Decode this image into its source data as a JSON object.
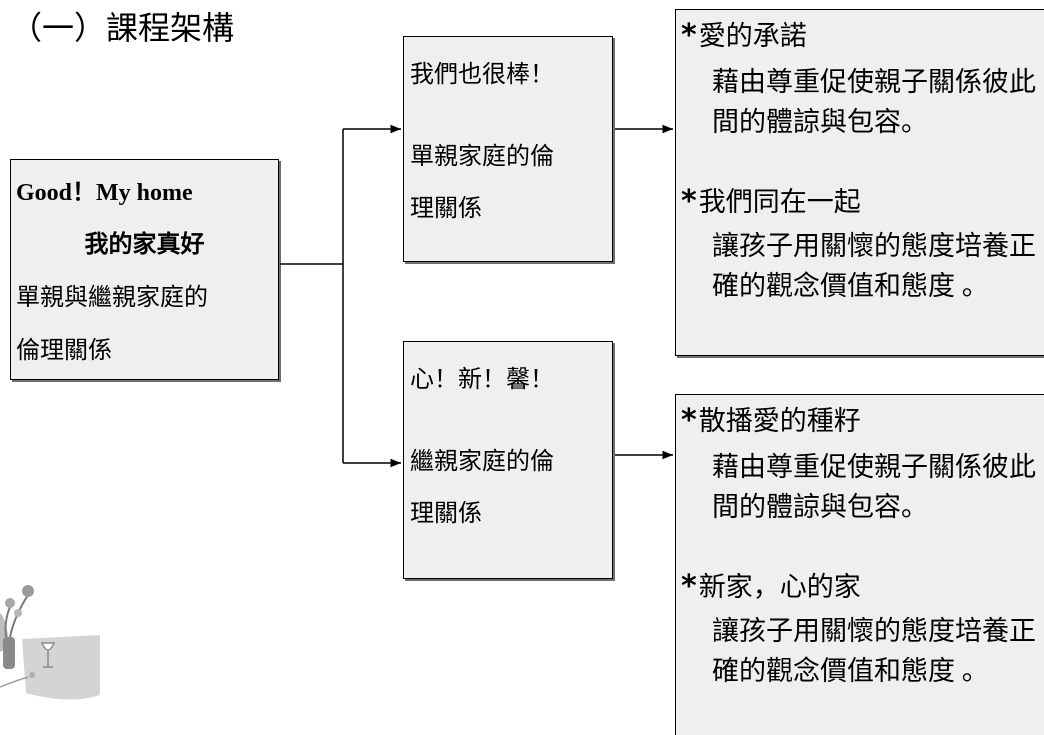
{
  "title": "（一）課程架構",
  "root": {
    "line1": "Good！My home",
    "line2": "我的家真好",
    "line3": "單親與繼親家庭的",
    "line4": "倫理關係"
  },
  "branches": [
    {
      "name": "我們也很棒！",
      "desc1": "單親家庭的倫",
      "desc2": "理關係",
      "activities": [
        {
          "star": "*",
          "title": "愛的承諾",
          "text": "藉由尊重促使親子關係彼此間的體諒與包容。"
        },
        {
          "star": "*",
          "title": "我們同在一起",
          "text": "讓孩子用關懷的態度培養正確的觀念價值和態度 。"
        }
      ]
    },
    {
      "name": "心！新！馨！",
      "desc1": "繼親家庭的倫",
      "desc2": "理關係",
      "activities": [
        {
          "star": "*",
          "title": "散播愛的種籽",
          "text": "藉由尊重促使親子關係彼此間的體諒與包容。"
        },
        {
          "star": "*",
          "title": "新家，心的家",
          "text": "讓孩子用關懷的態度培養正確的觀念價值和態度 。"
        }
      ]
    }
  ],
  "colors": {
    "box_fill": "#efefef",
    "shadow": "#6f6f6f",
    "line": "#000000"
  }
}
